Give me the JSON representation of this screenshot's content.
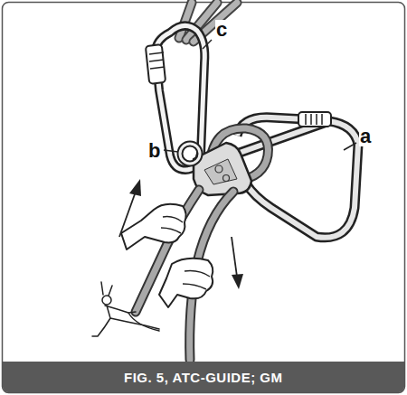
{
  "diagram": {
    "caption": "FIG. 5, ATC-GUIDE; GM",
    "labels": [
      "c",
      "b",
      "a"
    ]
  }
}
